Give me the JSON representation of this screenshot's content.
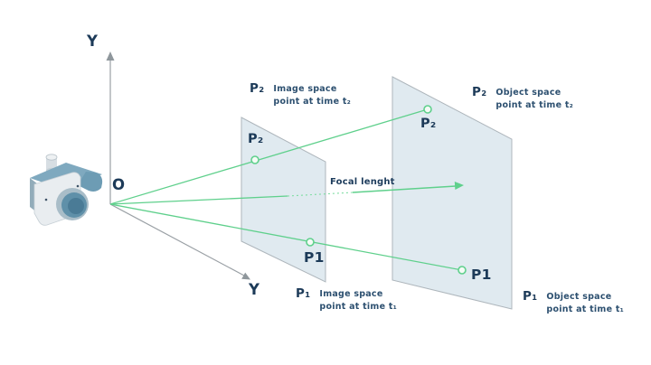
{
  "axes": {
    "vertical_label": "Y",
    "diagonal_label": "Y",
    "origin_label": "O"
  },
  "focal": {
    "label": "Focal lenght"
  },
  "points": {
    "image_p2_label": "P₂",
    "object_p2_label": "P₂",
    "image_p1_label": "P1",
    "object_p1_label": "P1"
  },
  "legends": [
    {
      "point": "P₂",
      "line1": "Image space",
      "line2": "point at time t₂"
    },
    {
      "point": "P₂",
      "line1": "Object space",
      "line2": "point at time t₂"
    },
    {
      "point": "P₁",
      "line1": "Image space",
      "line2": "point at time t₁"
    },
    {
      "point": "P₁",
      "line1": "Object space",
      "line2": "point at time t₁"
    }
  ],
  "colors": {
    "ray_green": "#5fd08c",
    "axis_gray": "#9aa0a5",
    "text_navy": "#1c3a58",
    "plane_fill": "#dbe6ed",
    "plane_border": "#aeb6bc",
    "background": "#ffffff"
  }
}
